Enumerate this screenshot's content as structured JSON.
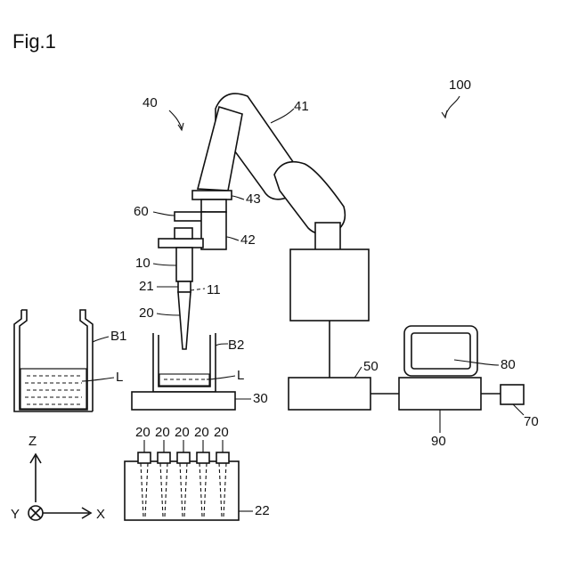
{
  "figure": {
    "title": "Fig.1"
  },
  "labels": {
    "system": "100",
    "robot": "40",
    "arm": "41",
    "flange": "43",
    "sensor": "60",
    "gripper": "42",
    "pipette": "10",
    "tip_end": "21",
    "tip_mark": "11",
    "tip": "20",
    "container_b1": "B1",
    "liquid_b1": "L",
    "container_b2": "B2",
    "liquid_b2": "L",
    "stage": "30",
    "controller": "50",
    "monitor": "80",
    "computer": "90",
    "input": "70",
    "tip_rack": "22",
    "rack_tips": [
      "20",
      "20",
      "20",
      "20",
      "20"
    ]
  },
  "axes": {
    "z": "Z",
    "x": "X",
    "y": "Y"
  }
}
